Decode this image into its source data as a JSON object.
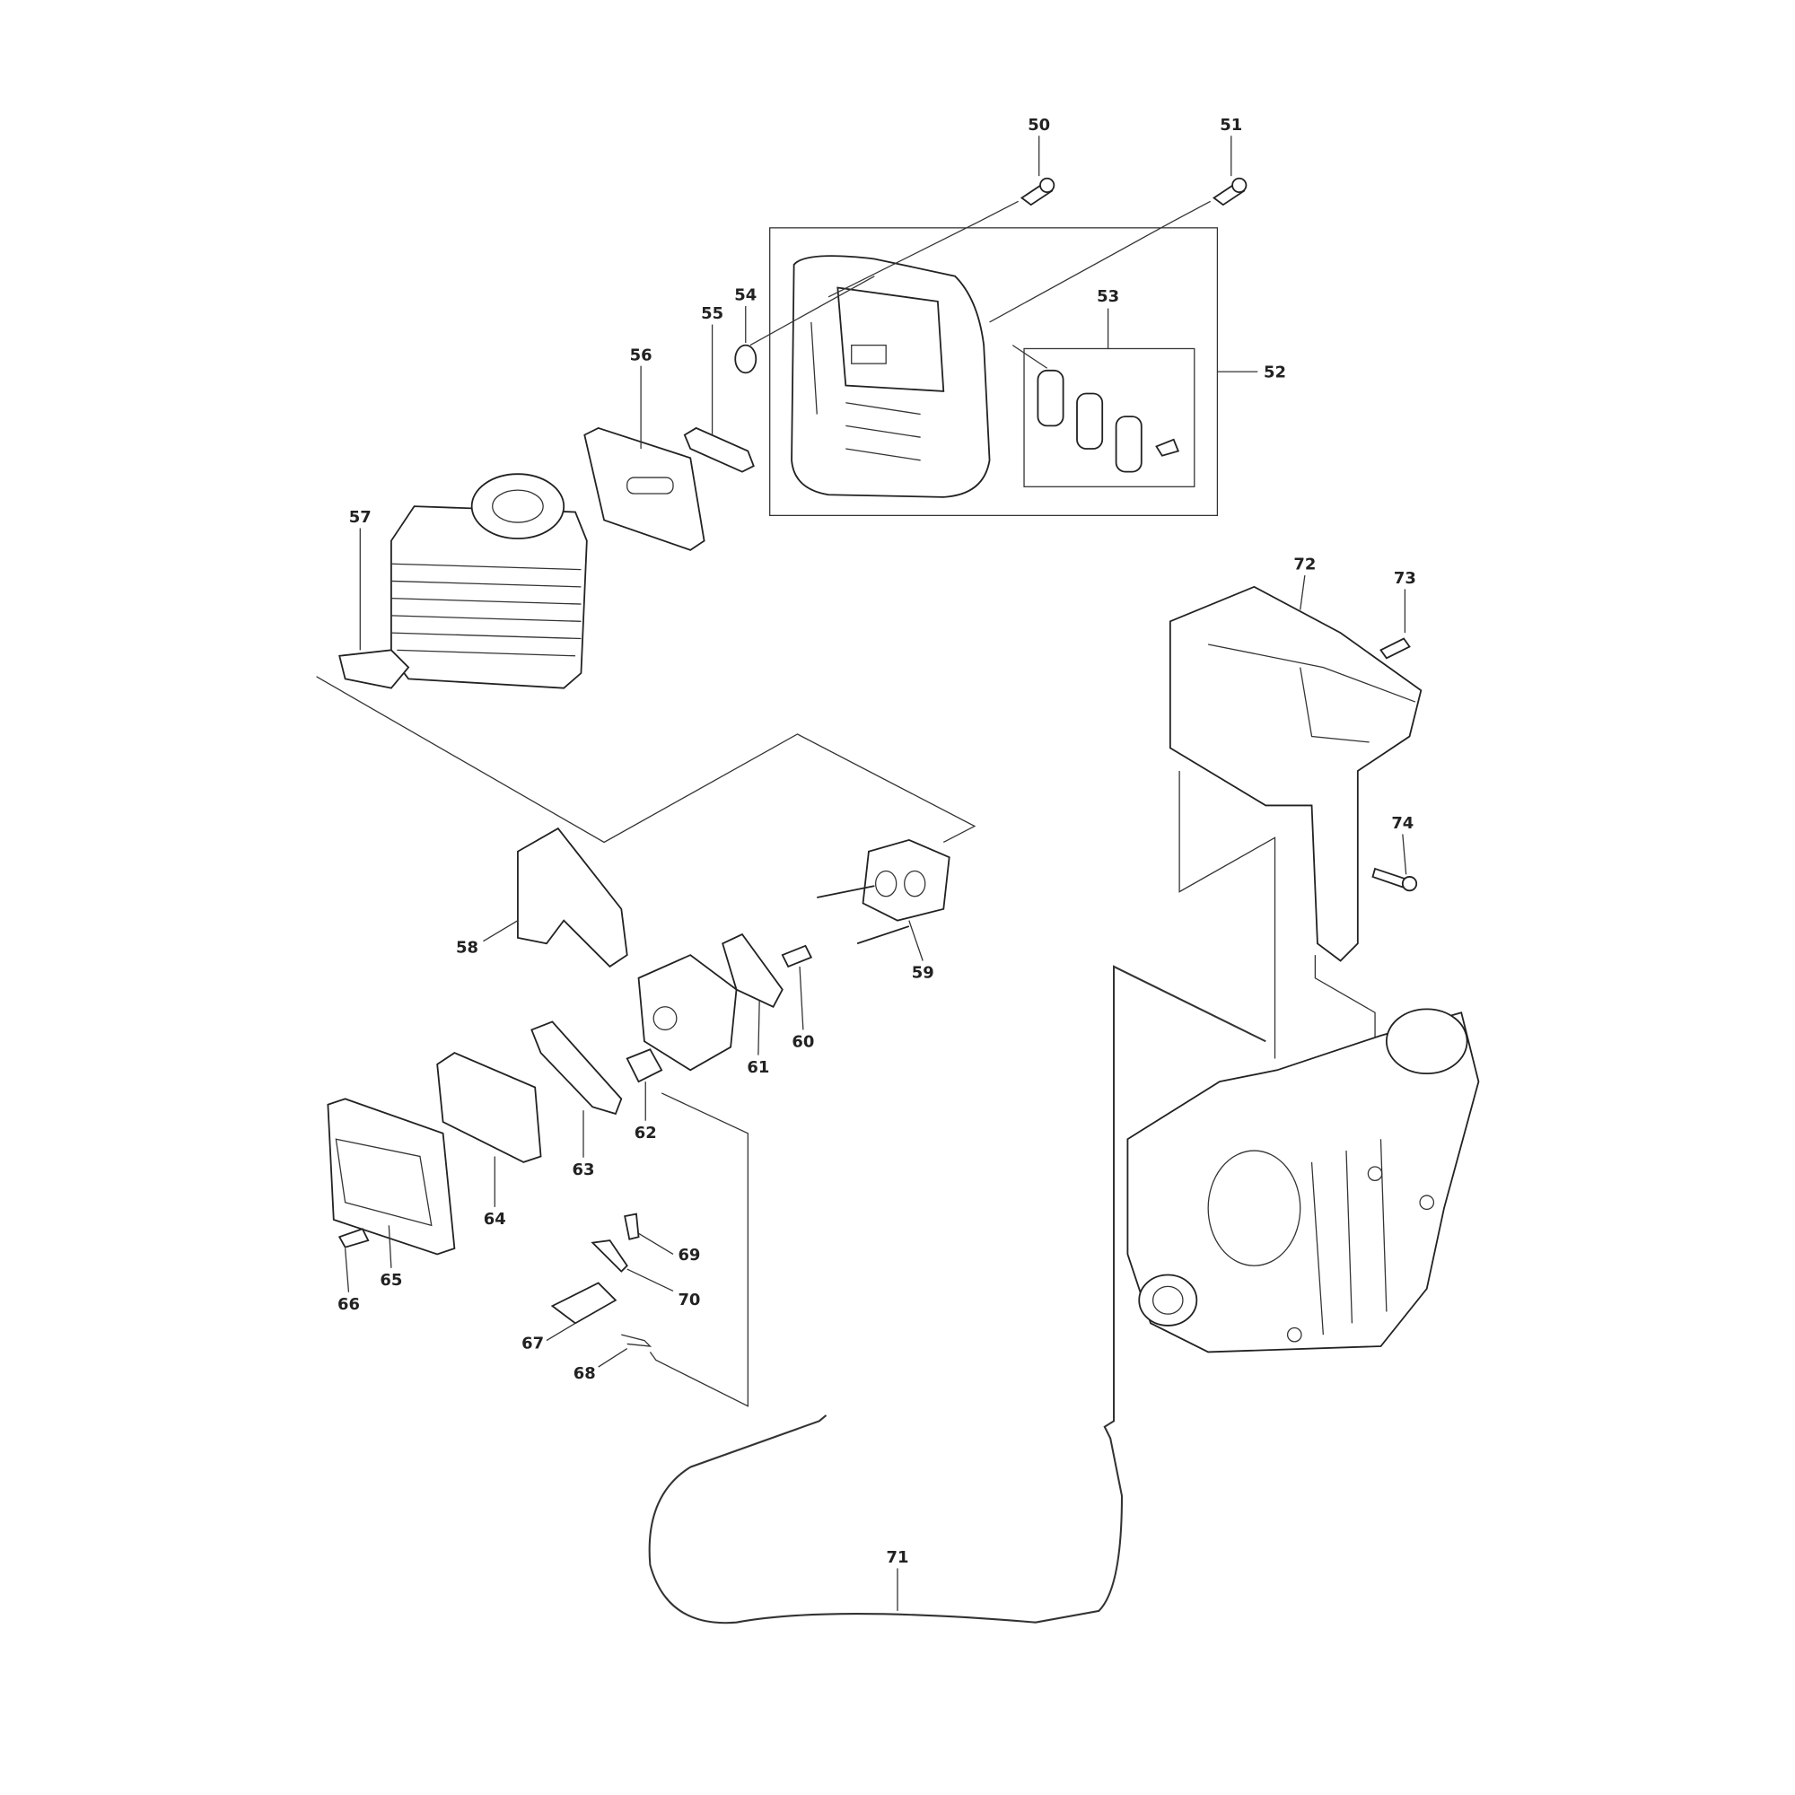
{
  "diagram": {
    "type": "exploded parts diagram",
    "parts": {
      "p50": "50",
      "p51": "51",
      "p52": "52",
      "p53": "53",
      "p54": "54",
      "p55": "55",
      "p56": "56",
      "p57": "57",
      "p58": "58",
      "p59": "59",
      "p60": "60",
      "p61": "61",
      "p62": "62",
      "p63": "63",
      "p64": "64",
      "p65": "65",
      "p66": "66",
      "p67": "67",
      "p68": "68",
      "p69": "69",
      "p70": "70",
      "p71": "71",
      "p72": "72",
      "p73": "73",
      "p74": "74"
    }
  }
}
